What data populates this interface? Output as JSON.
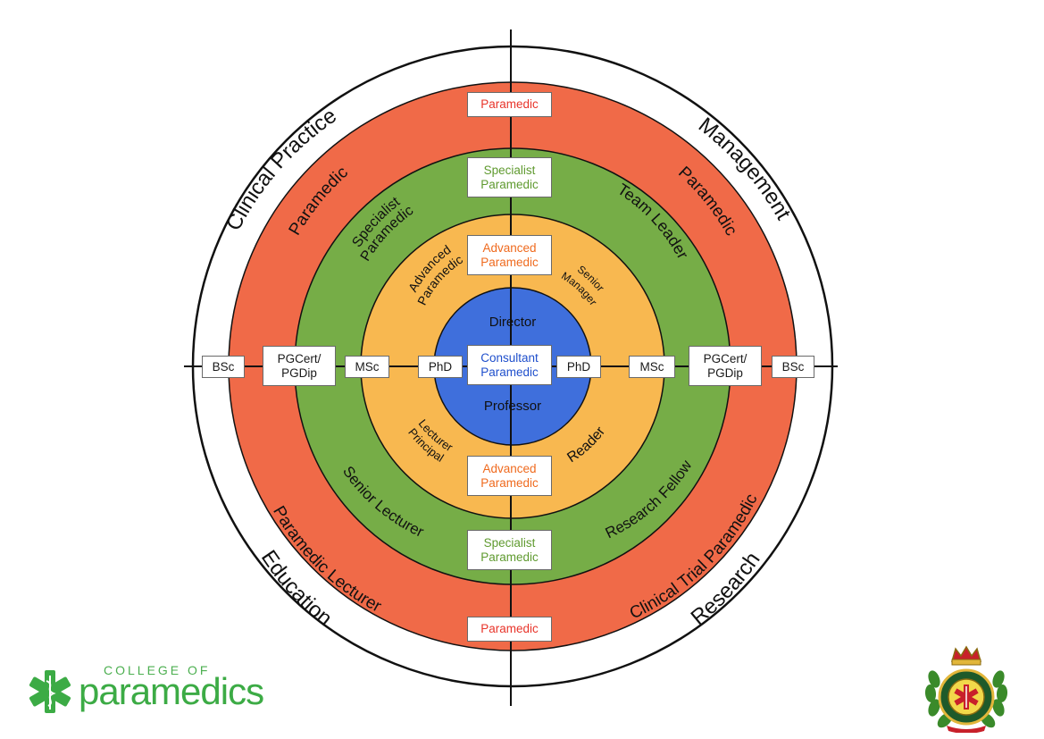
{
  "colors": {
    "outer_ring": "#ffffff",
    "red_ring": "#f06a48",
    "green_ring": "#76ad47",
    "orange_ring": "#f8b850",
    "blue_center": "#3f6fdc",
    "line": "#111111",
    "red_text": "#e8342a",
    "green_text": "#5f9a2f",
    "orange_text": "#ef6a1e",
    "blue_text": "#1f4fcc",
    "brand_green": "#3cab45"
  },
  "quadrants": {
    "top_left": "Clinical Practice",
    "top_right": "Management",
    "bottom_left": "Education",
    "bottom_right": "Research"
  },
  "ring_labels": {
    "red_top_left": "Paramedic",
    "red_top_right": "Paramedic",
    "red_bottom_left": "Paramedic Lecturer",
    "red_bottom_right": "Clinical Trial Paramedic",
    "green_top_left": [
      "Specialist",
      "Paramedic"
    ],
    "green_top_right": "Team Leader",
    "green_bottom_left": "Senior Lecturer",
    "green_bottom_right": "Research Fellow",
    "orange_top_left": [
      "Advanced",
      "Paramedic"
    ],
    "orange_top_right": [
      "Senior",
      "Manager"
    ],
    "orange_bottom_left": [
      "Principal",
      "Lecturer"
    ],
    "orange_bottom_right": "Reader",
    "center_top": "Director",
    "center_bottom": "Professor"
  },
  "boxes": {
    "top_paramedic": "Paramedic",
    "top_specialist": [
      "Specialist",
      "Paramedic"
    ],
    "top_advanced": [
      "Advanced",
      "Paramedic"
    ],
    "center": [
      "Consultant",
      "Paramedic"
    ],
    "bottom_advanced": [
      "Advanced",
      "Paramedic"
    ],
    "bottom_specialist": [
      "Specialist",
      "Paramedic"
    ],
    "bottom_paramedic": "Paramedic",
    "left_bsc": "BSc",
    "left_pgcert": [
      "PGCert/",
      "PGDip"
    ],
    "left_msc": "MSc",
    "left_phd": "PhD",
    "right_phd": "PhD",
    "right_msc": "MSc",
    "right_pgcert": [
      "PGCert/",
      "PGDip"
    ],
    "right_bsc": "BSc"
  },
  "logo": {
    "small": "COLLEGE OF",
    "big": "paramedics"
  }
}
